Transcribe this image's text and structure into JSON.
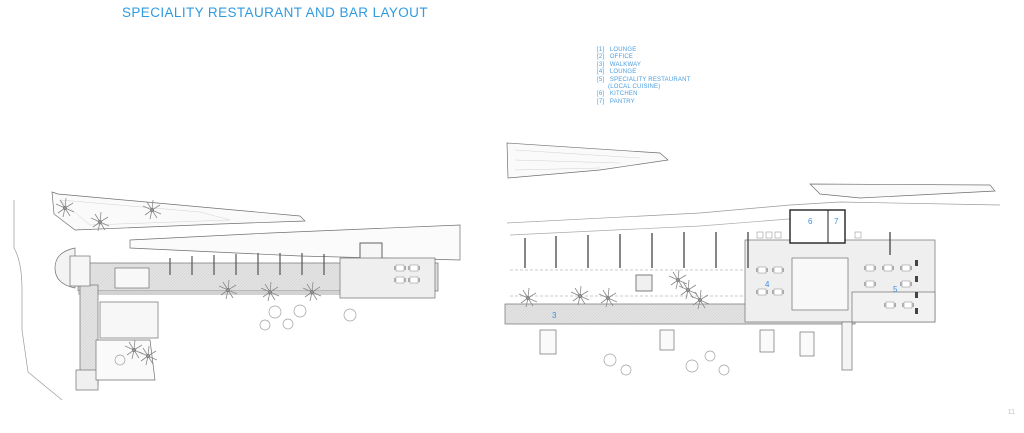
{
  "title": "SPECIALITY RESTAURANT AND BAR LAYOUT",
  "legend": [
    {
      "number": "[1]",
      "label": "LOUNGE"
    },
    {
      "number": "[2]",
      "label": "OFFICE"
    },
    {
      "number": "[3]",
      "label": "WALKWAY"
    },
    {
      "number": "[4]",
      "label": "LOUNGE"
    },
    {
      "number": "[5]",
      "label": "SPECIALITY RESTAURANT",
      "continuation": "(LOCAL CUISINE)"
    },
    {
      "number": "[6]",
      "label": "KITCHEN"
    },
    {
      "number": "[7]",
      "label": "PANTRY"
    }
  ],
  "room_labels": [
    "3",
    "4",
    "5",
    "6",
    "7"
  ],
  "page_number": "11",
  "colors": {
    "accent": "#2f9be0",
    "line": "#6f6f6f",
    "floor": "#e9e9e9",
    "deck": "#dcdcdc"
  }
}
